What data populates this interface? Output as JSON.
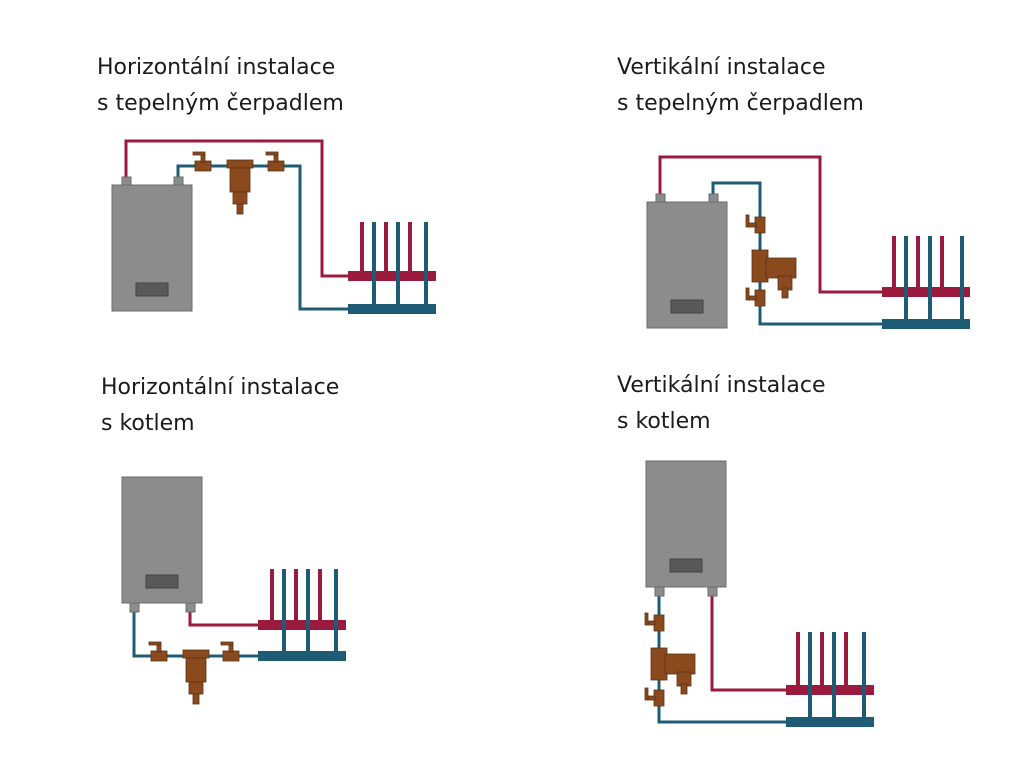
{
  "panels": {
    "top_left": {
      "title_line1": "Horizontální instalace",
      "title_line2": "s tepelným čerpadlem"
    },
    "top_right": {
      "title_line1": "Vertikální instalace",
      "title_line2": "s tepelným čerpadlem"
    },
    "bottom_left": {
      "title_line1": "Horizontální instalace",
      "title_line2": "s kotlem"
    },
    "bottom_right": {
      "title_line1": "Vertikální instalace",
      "title_line2": "s kotlem"
    }
  },
  "colors": {
    "supply_pipe": "#9b1b3e",
    "return_pipe": "#1d5c74",
    "appliance_body": "#8c8c8c",
    "appliance_outline": "#6b6b6b",
    "appliance_display": "#595959",
    "filter_valve": "#8a4a1e"
  },
  "icons": {
    "appliance": "heat-source-unit-icon",
    "manifold": "manifold-icon",
    "filter": "magnetic-filter-icon",
    "valve": "ball-valve-icon"
  }
}
